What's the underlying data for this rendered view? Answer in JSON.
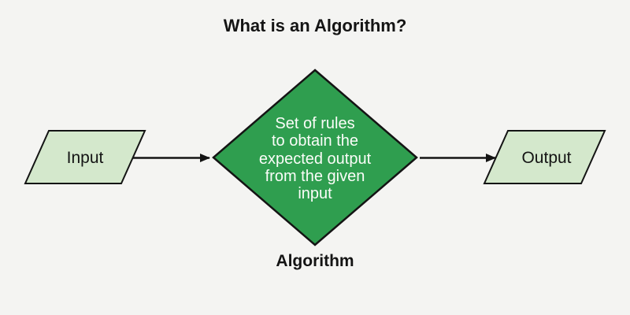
{
  "title": "What is an Algorithm?",
  "diagram": {
    "input_node": {
      "label": "Input",
      "shape": "parallelogram"
    },
    "algorithm_node": {
      "label": "Algorithm",
      "shape": "diamond",
      "lines": [
        "Set of rules",
        "to obtain the",
        "expected output",
        "from the given",
        "input"
      ]
    },
    "output_node": {
      "label": "Output",
      "shape": "parallelogram"
    },
    "arrows": [
      {
        "from": "input",
        "to": "algorithm"
      },
      {
        "from": "algorithm",
        "to": "output"
      }
    ]
  },
  "colors": {
    "background": "#f4f4f2",
    "diamond_fill": "#2f9e4f",
    "diamond_text": "#fbfdf9",
    "parallelogram_fill": "#d4e8cc",
    "stroke": "#141414",
    "text": "#141414"
  }
}
